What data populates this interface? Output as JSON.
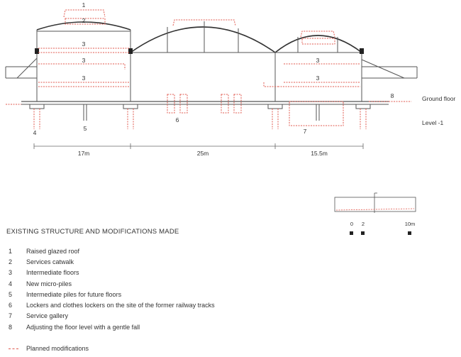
{
  "labels": {
    "ground_floor": "Ground floor",
    "level_minus_1": "Level -1"
  },
  "callouts": [
    "1",
    "2",
    "3",
    "3",
    "3",
    "3",
    "3",
    "4",
    "5",
    "6",
    "7",
    "8"
  ],
  "dimensions": [
    "17m",
    "25m",
    "15.5m"
  ],
  "scale_bar": {
    "ticks": [
      "0",
      "2",
      "10m"
    ]
  },
  "section_title": "EXISTING STRUCTURE AND MODIFICATIONS MADE",
  "legend": [
    {
      "num": "1",
      "text": "Raised glazed roof"
    },
    {
      "num": "2",
      "text": "Services catwalk"
    },
    {
      "num": "3",
      "text": "Intermediate floors"
    },
    {
      "num": "4",
      "text": "New micro-piles"
    },
    {
      "num": "5",
      "text": "Intermediate piles for future floors"
    },
    {
      "num": "6",
      "text": "Lockers and clothes lockers on the site of the former railway tracks"
    },
    {
      "num": "7",
      "text": "Service gallery"
    },
    {
      "num": "8",
      "text": "Adjusting the floor level with a gentle fall"
    }
  ],
  "planned_label": "Planned modifications",
  "colors": {
    "existing": "#555555",
    "planned": "#e05a4f"
  }
}
